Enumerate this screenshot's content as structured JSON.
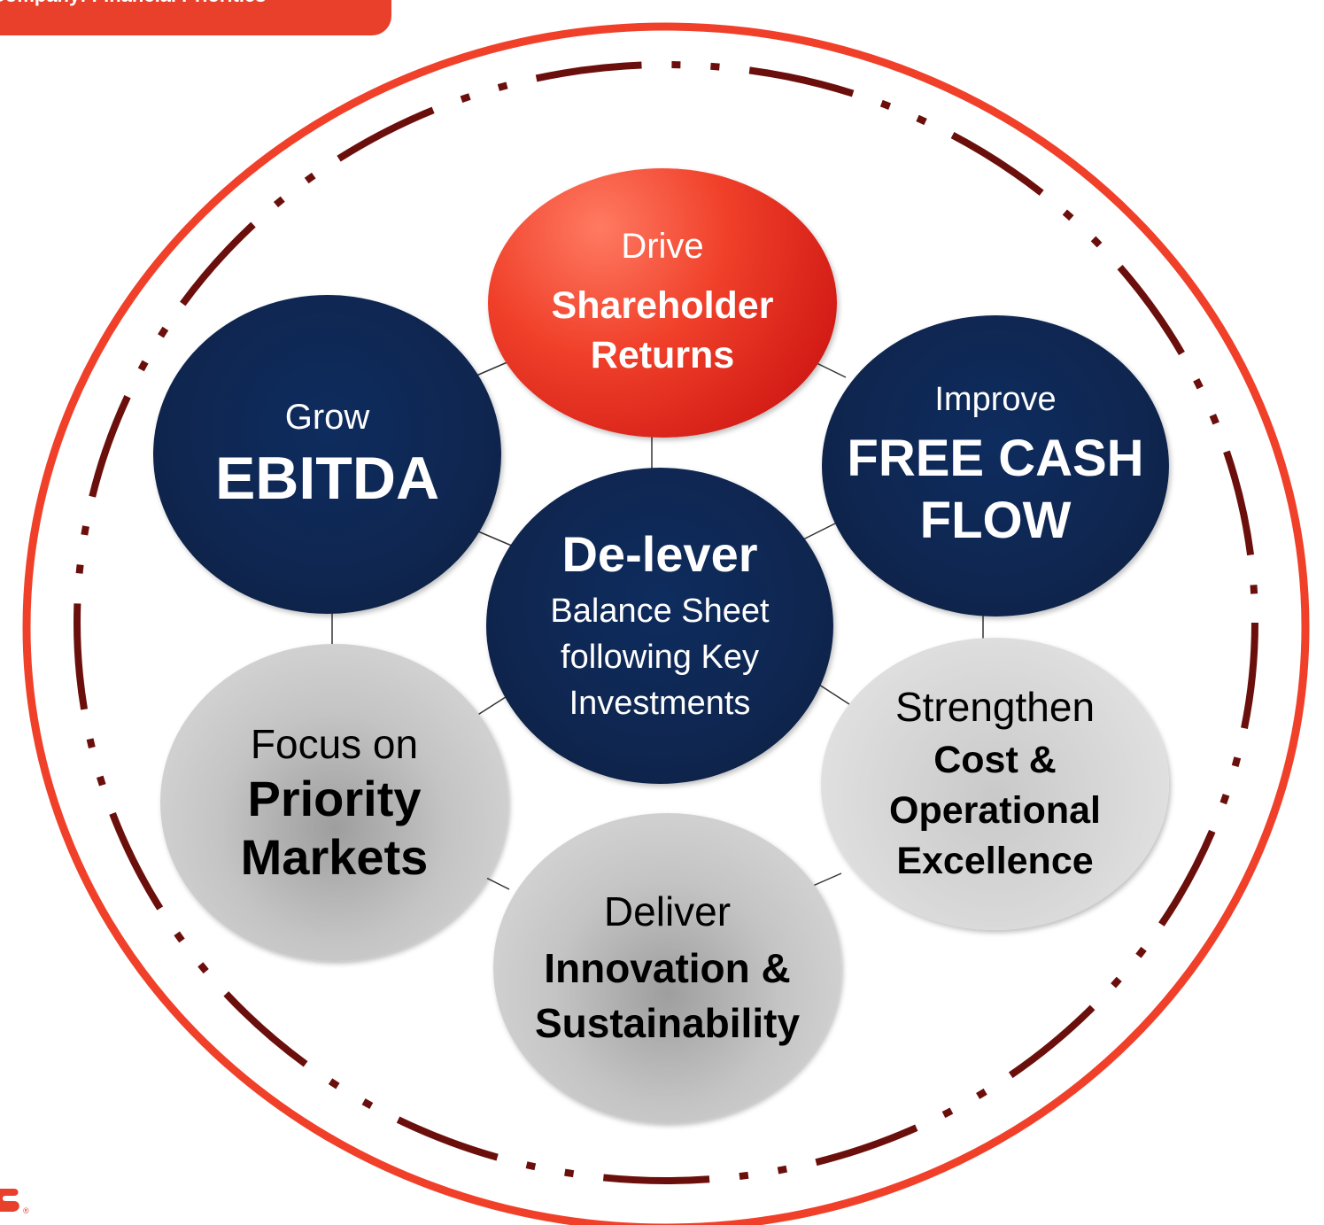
{
  "header": {
    "title": "Company: Financial Priorities"
  },
  "colors": {
    "accent": "#e8402a",
    "navy": "#0f2650",
    "dash_ring": "#6b0f0c",
    "grey": "#c4c4c4"
  },
  "diagram": {
    "nodes": [
      {
        "id": "shareholder",
        "verb": "Drive",
        "lines": [
          "Shareholder",
          "Returns"
        ]
      },
      {
        "id": "ebitda",
        "verb": "Grow",
        "lines": [
          "EBITDA"
        ]
      },
      {
        "id": "fcf",
        "verb": "Improve",
        "lines": [
          "FREE CASH",
          "FLOW"
        ]
      },
      {
        "id": "delever",
        "verb": "De-lever",
        "lines": [
          "Balance Sheet",
          "following Key",
          "Investments"
        ]
      },
      {
        "id": "priority",
        "verb": "Focus on",
        "lines": [
          "Priority",
          "Markets"
        ]
      },
      {
        "id": "cost",
        "verb": "Strengthen",
        "lines": [
          "Cost &",
          "Operational",
          "Excellence"
        ]
      },
      {
        "id": "innovation",
        "verb": "Deliver",
        "lines": [
          "Innovation &",
          "Sustainability"
        ]
      }
    ]
  },
  "footer": {
    "logo_icon": "company-logo-icon",
    "registered_mark": "®"
  }
}
